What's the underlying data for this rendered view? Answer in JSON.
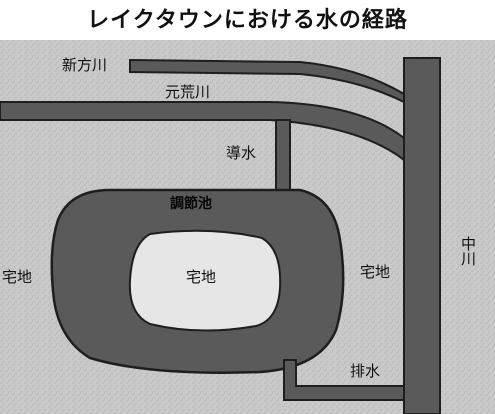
{
  "title": "レイクタウンにおける水の経路",
  "labels": {
    "shinkata_river": "新方川",
    "moto_ara_river": "元荒川",
    "intake": "導水",
    "regulating_pond": "調節池",
    "residential_center": "宅地",
    "residential_left": "宅地",
    "residential_right": "宅地",
    "naka_river": "中川",
    "drainage": "排水"
  },
  "colors": {
    "background": "#c9c9c9",
    "water": "#5a5a5a",
    "outline": "#1e1e1e",
    "island": "#e6e6e6"
  }
}
